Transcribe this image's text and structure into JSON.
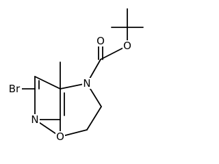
{
  "molecule": {
    "atoms": {
      "o_carbonyl": "O",
      "o_ester": "O",
      "n_ring": "N",
      "o_ring": "O",
      "n_pyridine": "N",
      "br": "Br"
    }
  },
  "colors": {
    "bond": "#000000",
    "background": "#ffffff"
  }
}
